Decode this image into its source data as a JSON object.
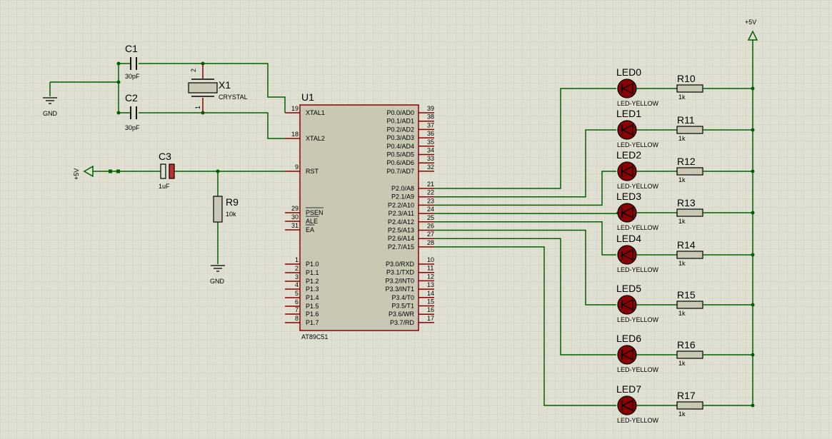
{
  "supply": {
    "vcc_label": "+5V",
    "gnd_label": "GND"
  },
  "u1": {
    "ref": "U1",
    "part": "AT89C51",
    "left_pins": [
      {
        "num": "19",
        "name": "XTAL1"
      },
      {
        "num": "18",
        "name": "XTAL2"
      },
      {
        "num": "9",
        "name": "RST"
      },
      {
        "num": "29",
        "name": "PSEN"
      },
      {
        "num": "30",
        "name": "ALE"
      },
      {
        "num": "31",
        "name": "EA"
      },
      {
        "num": "1",
        "name": "P1.0"
      },
      {
        "num": "2",
        "name": "P1.1"
      },
      {
        "num": "3",
        "name": "P1.2"
      },
      {
        "num": "4",
        "name": "P1.3"
      },
      {
        "num": "5",
        "name": "P1.4"
      },
      {
        "num": "6",
        "name": "P1.5"
      },
      {
        "num": "7",
        "name": "P1.6"
      },
      {
        "num": "8",
        "name": "P1.7"
      }
    ],
    "p0_pins": [
      {
        "num": "39",
        "name": "P0.0/AD0"
      },
      {
        "num": "38",
        "name": "P0.1/AD1"
      },
      {
        "num": "37",
        "name": "P0.2/AD2"
      },
      {
        "num": "36",
        "name": "P0.3/AD3"
      },
      {
        "num": "35",
        "name": "P0.4/AD4"
      },
      {
        "num": "34",
        "name": "P0.5/AD5"
      },
      {
        "num": "33",
        "name": "P0.6/AD6"
      },
      {
        "num": "32",
        "name": "P0.7/AD7"
      }
    ],
    "p2_pins": [
      {
        "num": "21",
        "name": "P2.0/A8"
      },
      {
        "num": "22",
        "name": "P2.1/A9"
      },
      {
        "num": "23",
        "name": "P2.2/A10"
      },
      {
        "num": "24",
        "name": "P2.3/A11"
      },
      {
        "num": "25",
        "name": "P2.4/A12"
      },
      {
        "num": "26",
        "name": "P2.5/A13"
      },
      {
        "num": "27",
        "name": "P2.6/A14"
      },
      {
        "num": "28",
        "name": "P2.7/A15"
      }
    ],
    "p3_pins": [
      {
        "num": "10",
        "name": "P3.0/RXD"
      },
      {
        "num": "11",
        "name": "P3.1/TXD"
      },
      {
        "num": "12",
        "name": "P3.2/INT0"
      },
      {
        "num": "13",
        "name": "P3.3/INT1"
      },
      {
        "num": "14",
        "name": "P3.4/T0"
      },
      {
        "num": "15",
        "name": "P3.5/T1"
      },
      {
        "num": "16",
        "name": "P3.6/WR"
      },
      {
        "num": "17",
        "name": "P3.7/RD"
      }
    ]
  },
  "c1": {
    "ref": "C1",
    "value": "30pF"
  },
  "c2": {
    "ref": "C2",
    "value": "30pF"
  },
  "x1": {
    "ref": "X1",
    "value": "CRYSTAL",
    "pin1": "1",
    "pin2": "2"
  },
  "c3": {
    "ref": "C3",
    "value": "1uF"
  },
  "r9": {
    "ref": "R9",
    "value": "10k"
  },
  "leds": [
    {
      "ref": "LED0",
      "type": "LED-YELLOW",
      "res": "R10",
      "rval": "1k"
    },
    {
      "ref": "LED1",
      "type": "LED-YELLOW",
      "res": "R11",
      "rval": "1k"
    },
    {
      "ref": "LED2",
      "type": "LED-YELLOW",
      "res": "R12",
      "rval": "1k"
    },
    {
      "ref": "LED3",
      "type": "LED-YELLOW",
      "res": "R13",
      "rval": "1k"
    },
    {
      "ref": "LED4",
      "type": "LED-YELLOW",
      "res": "R14",
      "rval": "1k"
    },
    {
      "ref": "LED5",
      "type": "LED-YELLOW",
      "res": "R15",
      "rval": "1k"
    },
    {
      "ref": "LED6",
      "type": "LED-YELLOW",
      "res": "R16",
      "rval": "1k"
    },
    {
      "ref": "LED7",
      "type": "LED-YELLOW",
      "res": "R17",
      "rval": "1k"
    }
  ]
}
